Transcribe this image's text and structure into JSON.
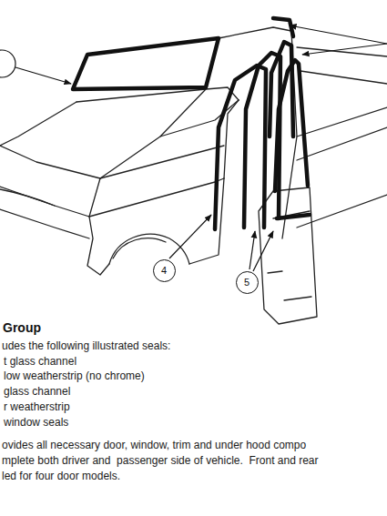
{
  "diagram": {
    "title": "Group",
    "nodes": [
      {
        "text": [
          "4"
        ]
      },
      {
        "text": [
          "5"
        ]
      }
    ],
    "labels": [
      "udes the following illustrated seals:",
      "t glass channel",
      "low weatherstrip (no chrome)",
      "glass channel",
      "r weatherstrip",
      "window seals",
      "ovides all necessary door, window, trim and under hood compo",
      "mplete both driver and  passenger side of vehicle.  Front and rear",
      "led for four door models."
    ]
  }
}
